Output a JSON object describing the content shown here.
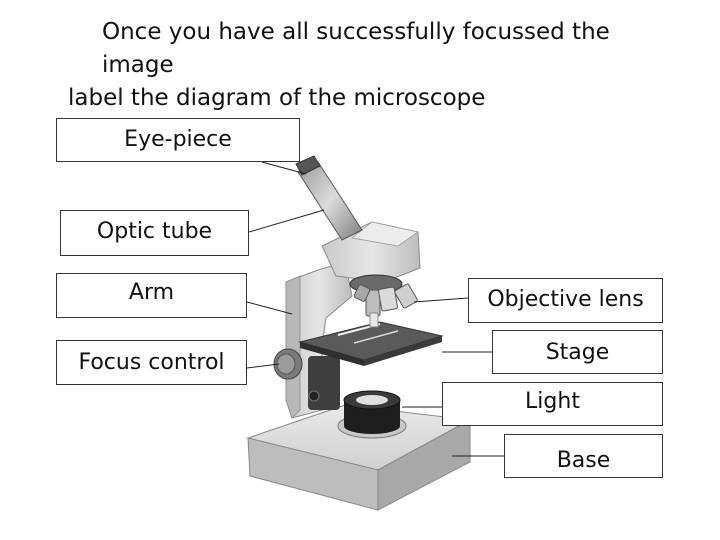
{
  "title": {
    "line1": "Once you have all successfully focussed the image",
    "line2": "label the diagram of the microscope"
  },
  "labels": {
    "eyepiece": "Eye-piece",
    "optic_tube": "Optic tube",
    "arm": "Arm",
    "focus_control": "Focus control",
    "objective_lens": "Objective lens",
    "stage": "Stage",
    "light": "Light",
    "base": "Base"
  }
}
